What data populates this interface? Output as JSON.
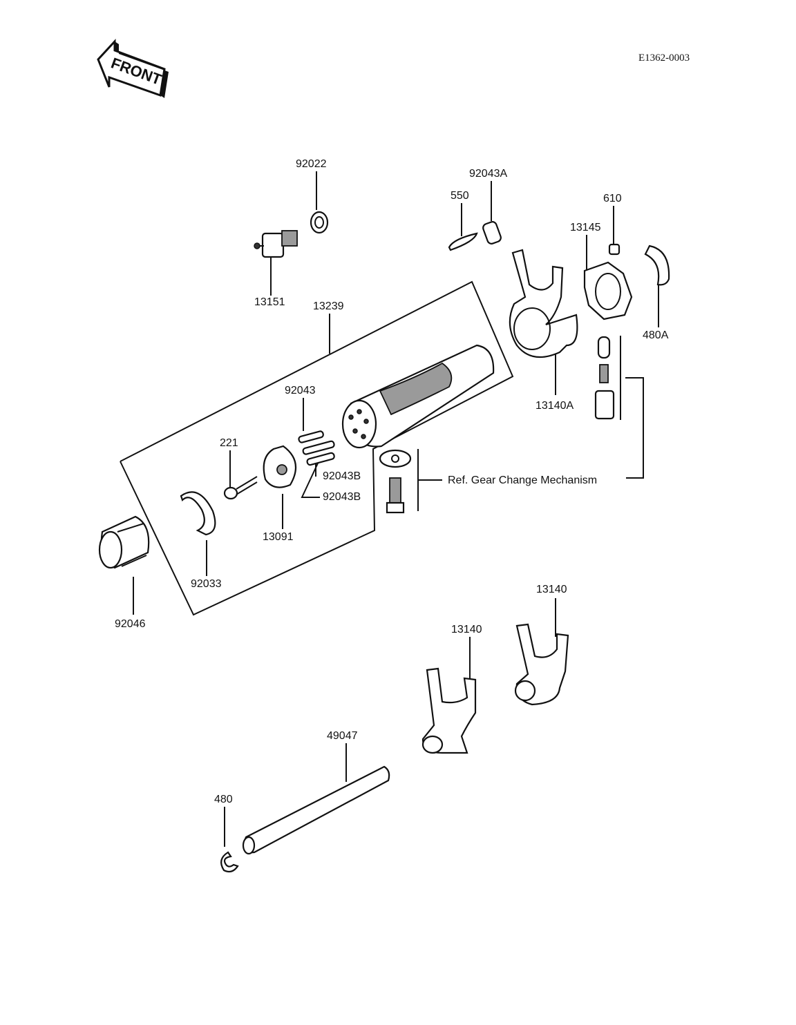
{
  "diagram_code": "E1362-0003",
  "front_badge": "FRONT",
  "labels": {
    "p92022": "92022",
    "p13151": "13151",
    "p550": "550",
    "p92043A": "92043A",
    "p610": "610",
    "p13145": "13145",
    "p480A": "480A",
    "p13239": "13239",
    "p13140A": "13140A",
    "p92043": "92043",
    "p221": "221",
    "p92043B_1": "92043B",
    "p92043B_2": "92043B",
    "p13091": "13091",
    "p92033": "92033",
    "p92046": "92046",
    "ref_text": "Ref.  Gear Change Mechanism",
    "p13140_a": "13140",
    "p13140_b": "13140",
    "p49047": "49047",
    "p480": "480"
  }
}
